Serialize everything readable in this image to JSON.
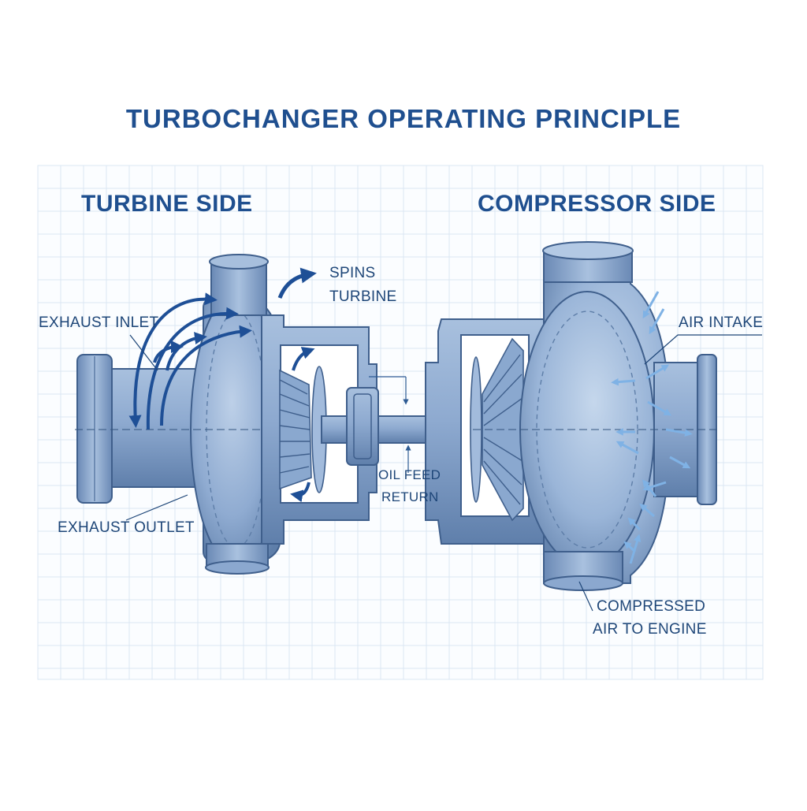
{
  "title": "TURBOCHANGER OPERATING PRINCIPLE",
  "sides": {
    "turbine": "TURBINE SIDE",
    "compressor": "COMPRESSOR SIDE"
  },
  "labels": {
    "exhaust_inlet": "EXHAUST INLET",
    "exhaust_outlet": "EXHAUST OUTLET",
    "spins_line1": "SPINS",
    "spins_line2": "TURBINE",
    "oil_feed": "OIL FEED",
    "oil_return": "RETURN",
    "air_intake": "AIR INTAKE",
    "compressed_line1": "COMPRESSED",
    "compressed_line2": "AIR TO ENGINE"
  },
  "colors": {
    "title": "#1f4f8f",
    "housing": "#7f9dc4",
    "housing_dark": "#4e6d99",
    "housing_light": "#b9cde6",
    "exhaust_arrows": "#1e4f96",
    "intake_arrows": "#7fb2e5",
    "grid": "#dbe7f3"
  }
}
